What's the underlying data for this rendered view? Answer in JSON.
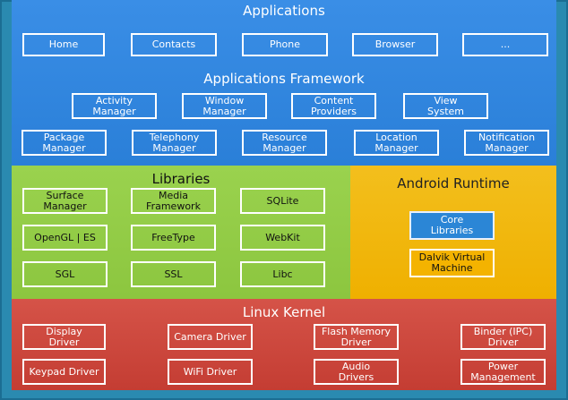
{
  "colors": {
    "applications_layer": "#2a7fd8",
    "libraries_layer": "#8cc63f",
    "runtime_layer": "#efb000",
    "kernel_layer": "#c43d33",
    "border": "#2a8ab0"
  },
  "applications": {
    "title": "Applications",
    "items": [
      "Home",
      "Contacts",
      "Phone",
      "Browser",
      "..."
    ]
  },
  "framework": {
    "title": "Applications Framework",
    "row1": [
      "Activity\nManager",
      "Window\nManager",
      "Content\nProviders",
      "View\nSystem"
    ],
    "row2": [
      "Package\nManager",
      "Telephony\nManager",
      "Resource\nManager",
      "Location\nManager",
      "Notification\nManager"
    ]
  },
  "libraries": {
    "title": "Libraries",
    "items": [
      "Surface\nManager",
      "Media\nFramework",
      "SQLite",
      "OpenGL | ES",
      "FreeType",
      "WebKit",
      "SGL",
      "SSL",
      "Libc"
    ]
  },
  "runtime": {
    "title": "Android Runtime",
    "core": "Core\nLibraries",
    "dalvik": "Dalvik Virtual\nMachine"
  },
  "kernel": {
    "title": "Linux Kernel",
    "row1": [
      "Display\nDriver",
      "Camera Driver",
      "Flash Memory\nDriver",
      "Binder (IPC)\nDriver"
    ],
    "row2": [
      "Keypad Driver",
      "WiFi Driver",
      "Audio\nDrivers",
      "Power\nManagement"
    ]
  }
}
